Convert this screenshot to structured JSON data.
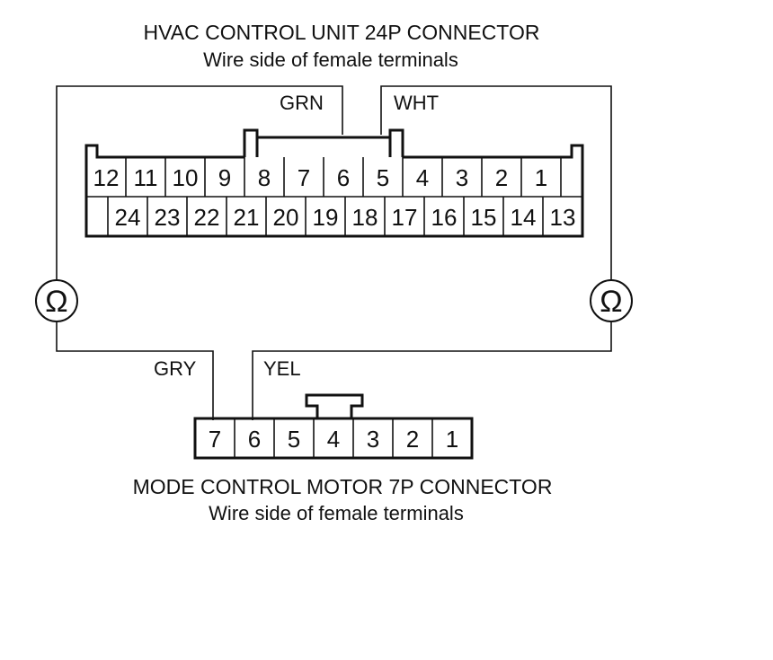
{
  "hvac_connector": {
    "title": "HVAC CONTROL UNIT 24P CONNECTOR",
    "subtitle": "Wire side of female terminals",
    "top_row": [
      "12",
      "11",
      "10",
      "9",
      "8",
      "7",
      "6",
      "5",
      "4",
      "3",
      "2",
      "1"
    ],
    "bottom_row": [
      "",
      "24",
      "23",
      "22",
      "21",
      "20",
      "19",
      "18",
      "17",
      "16",
      "15",
      "14",
      "13"
    ]
  },
  "motor_connector": {
    "title": "MODE CONTROL MOTOR 7P CONNECTOR",
    "subtitle": "Wire side of female terminals",
    "pins": [
      "7",
      "6",
      "5",
      "4",
      "3",
      "2",
      "1"
    ]
  },
  "wires": {
    "grn": "GRN",
    "wht": "WHT",
    "gry": "GRY",
    "yel": "YEL"
  },
  "meters": {
    "left_symbol": "Ω",
    "right_symbol": "Ω"
  }
}
